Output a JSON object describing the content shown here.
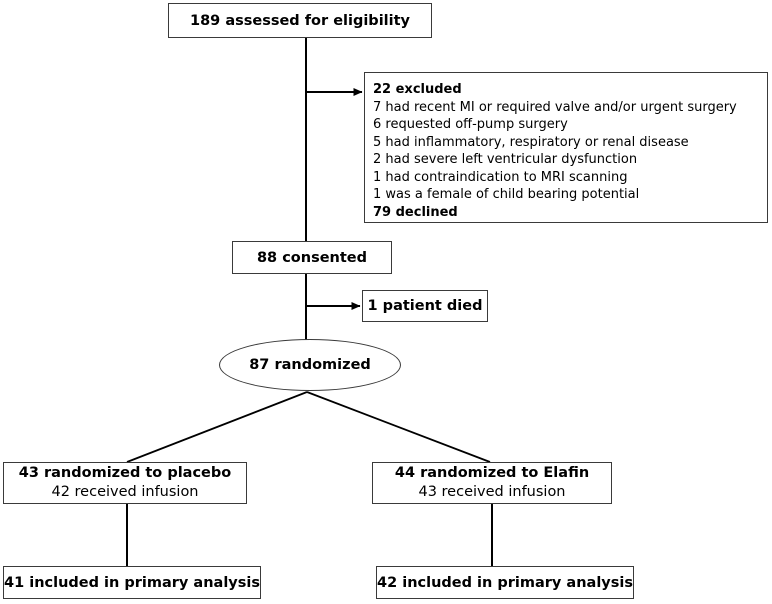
{
  "diagram": {
    "type": "consort-flow-diagram",
    "background_color": "#ffffff",
    "line_color": "#000000",
    "box_border_color": "#3a3a3a",
    "text_color": "#000000"
  },
  "nodes": {
    "assessed": {
      "shape": "rect",
      "label": "189 assessed for eligibility"
    },
    "excluded": {
      "shape": "rect",
      "heading": "22 excluded",
      "reasons": [
        "7 had recent MI or required valve and/or urgent surgery",
        "6 requested off-pump surgery",
        "5 had inflammatory, respiratory or renal disease",
        "2 had severe left ventricular dysfunction",
        "1 had contraindication to MRI scanning",
        "1 was a female of child bearing potential"
      ],
      "footer": "79 declined"
    },
    "consented": {
      "shape": "rect",
      "label": "88 consented"
    },
    "died": {
      "shape": "rect",
      "label": "1 patient died"
    },
    "randomized": {
      "shape": "ellipse",
      "label": "87 randomized"
    },
    "placebo": {
      "shape": "rect",
      "line1": "43 randomized to placebo",
      "line2": "42 received infusion"
    },
    "elafin": {
      "shape": "rect",
      "line1": "44 randomized to Elafin",
      "line2": "43 received infusion"
    },
    "placebo_analysis": {
      "shape": "rect",
      "label": "41 included in primary analysis"
    },
    "elafin_analysis": {
      "shape": "rect",
      "label": "42 included in primary analysis"
    }
  },
  "edges": [
    {
      "name": "assessed-to-consented",
      "kind": "line",
      "from": "assessed",
      "to": "consented"
    },
    {
      "name": "assessed-to-excluded",
      "kind": "arrow",
      "from": "assessed",
      "to": "excluded"
    },
    {
      "name": "consented-to-randomized",
      "kind": "line",
      "from": "consented",
      "to": "randomized"
    },
    {
      "name": "consented-to-died",
      "kind": "arrow",
      "from": "consented",
      "to": "died"
    },
    {
      "name": "randomized-to-placebo",
      "kind": "line",
      "from": "randomized",
      "to": "placebo"
    },
    {
      "name": "randomized-to-elafin",
      "kind": "line",
      "from": "randomized",
      "to": "elafin"
    },
    {
      "name": "placebo-to-analysis",
      "kind": "line",
      "from": "placebo",
      "to": "placebo_analysis"
    },
    {
      "name": "elafin-to-analysis",
      "kind": "line",
      "from": "elafin",
      "to": "elafin_analysis"
    }
  ]
}
